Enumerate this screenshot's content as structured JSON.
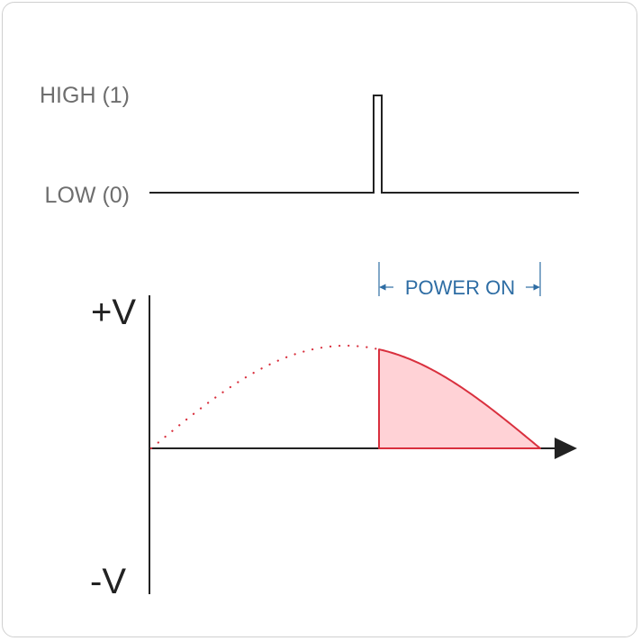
{
  "signal": {
    "high_label": "HIGH (1)",
    "low_label": "LOW (0)"
  },
  "waveform": {
    "positive_label": "+V",
    "negative_label": "-V",
    "span_label": "POWER ON"
  },
  "colors": {
    "signal_line": "#222222",
    "curve_stroke": "#d9303e",
    "curve_fill": "#ffd2d6",
    "span_annotation": "#2e6da4",
    "level_text": "#6e6e6e"
  }
}
